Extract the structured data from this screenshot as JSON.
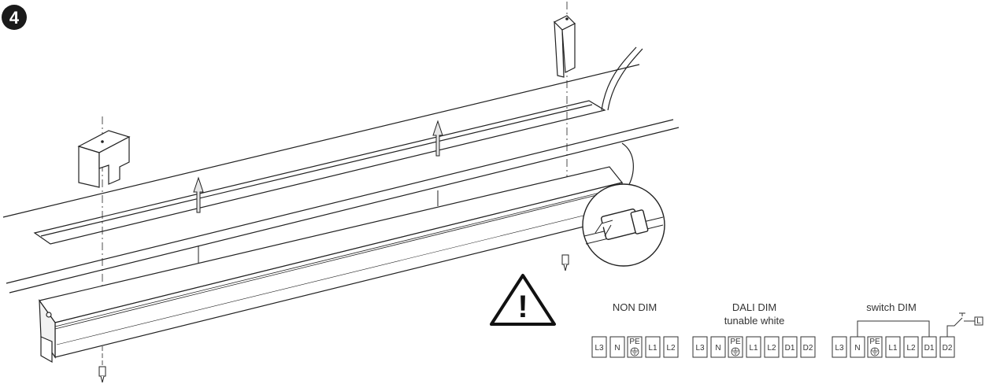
{
  "step": {
    "number": "4"
  },
  "wiring": {
    "groups": [
      {
        "title": "NON DIM",
        "subtitle": "",
        "terminals": [
          "L3",
          "N",
          "PE",
          "L1",
          "L2"
        ]
      },
      {
        "title": "DALI DIM",
        "subtitle": "tunable white",
        "terminals": [
          "L3",
          "N",
          "PE",
          "L1",
          "L2",
          "D1",
          "D2"
        ]
      },
      {
        "title": "switch DIM",
        "subtitle": "",
        "terminals": [
          "L3",
          "N",
          "PE",
          "L1",
          "L2",
          "D1",
          "D2"
        ]
      }
    ],
    "switch_label": "L",
    "ground_symbol": "earth-ground-icon"
  },
  "warning": {
    "icon": "warning-triangle-icon",
    "symbol": "!"
  }
}
